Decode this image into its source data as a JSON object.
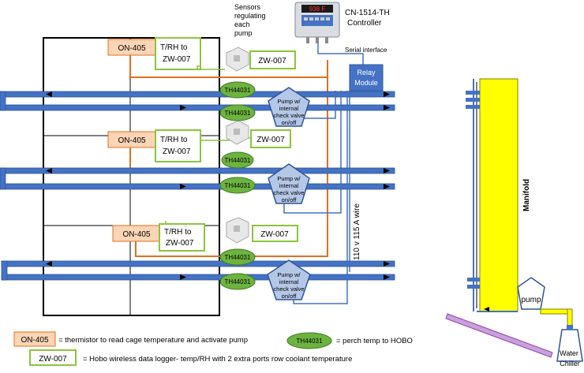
{
  "sensors_caption": [
    "Sensors",
    "regulating",
    "each",
    "pump"
  ],
  "controller": {
    "title": "CN-1514-TH",
    "subtitle": "Controller",
    "display": "938 F"
  },
  "serial_interface": "Serial interface",
  "relay_module": [
    "Relay",
    "Module"
  ],
  "wire_label": "110 v 115 A wire",
  "on405": "ON-405",
  "trh": [
    "T/RH to",
    "ZW-007"
  ],
  "zw007": "ZW-007",
  "th44031": "TH44031",
  "pump_label": [
    "Pump w/",
    "internal",
    "check valve",
    "on/off"
  ],
  "manifold": "Manifold",
  "pump": "pump",
  "chiller": [
    "Water",
    "Chiller"
  ],
  "legend": {
    "on405_desc": "= thermistor to read cage temperature  and activate pump",
    "th_desc": "= perch temp to HOBO",
    "zw_desc": "= Hobo wireless data logger- temp/RH with 2 extra ports row coolant temperature"
  },
  "colors": {
    "blue_line": "#4472c4",
    "orange_line": "#e07020",
    "green_box": "#8cc43e",
    "on405_fill": "#fbd5b5",
    "manifold": "#ffff00",
    "th_fill": "#6db33f"
  }
}
